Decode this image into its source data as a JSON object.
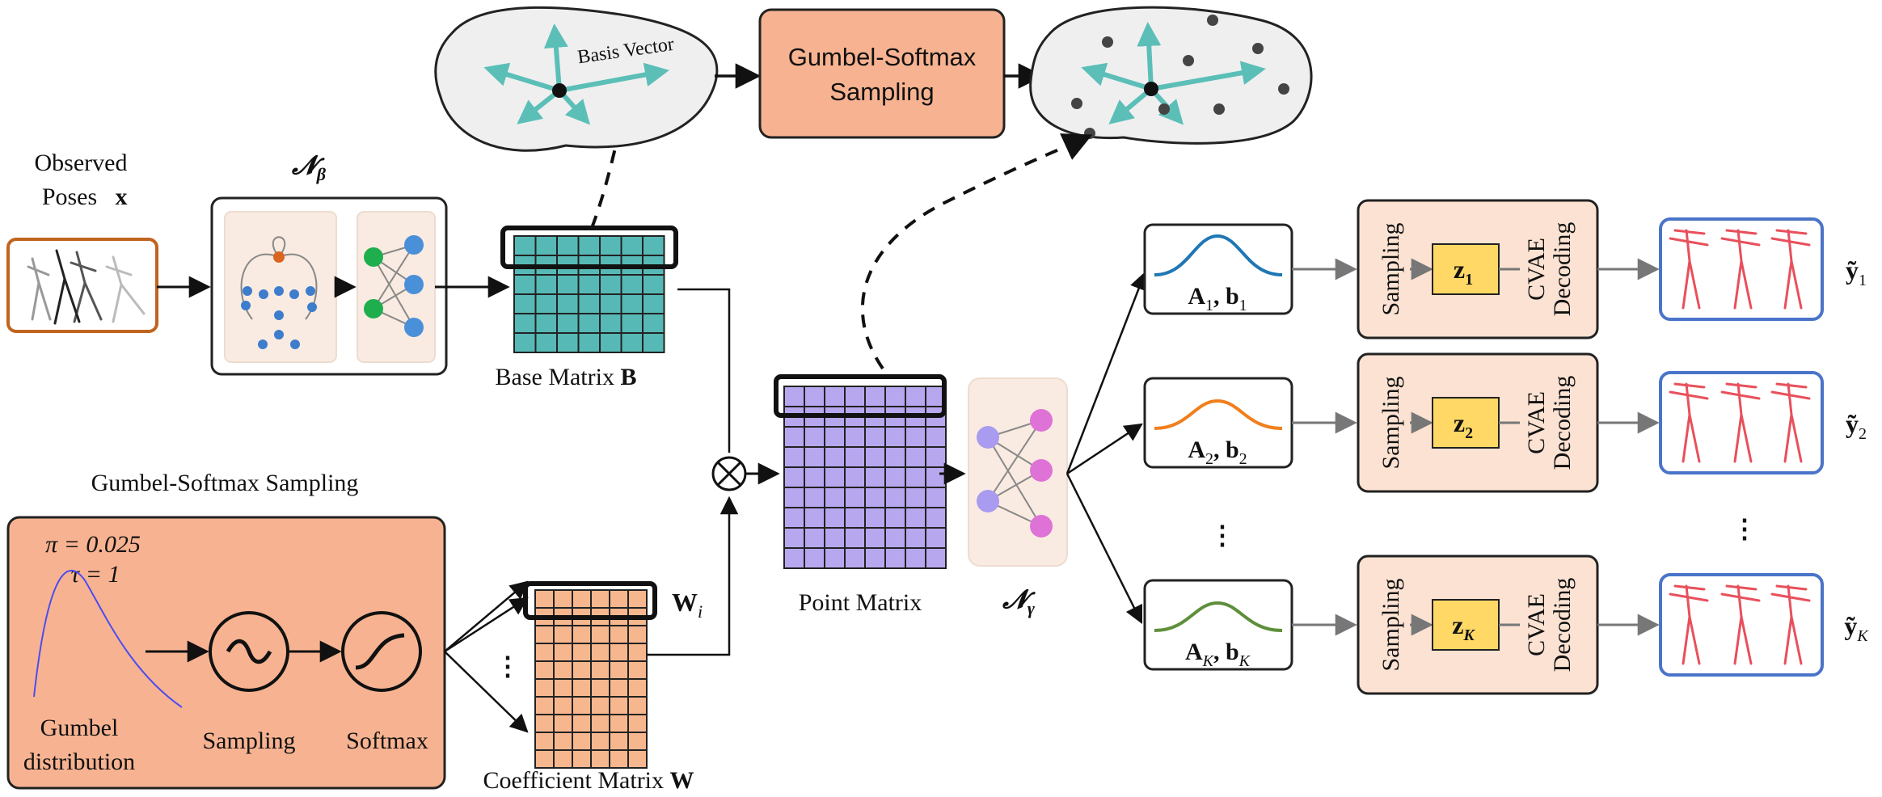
{
  "colors": {
    "salmon": "#f7b391",
    "matrix_teal": "#57b9b6",
    "matrix_purple": "#b7a7ef",
    "matrix_orange": "#f7b78e",
    "decoder_box": "#fbe2d2",
    "z_box": "#ffd866",
    "skeleton_red": "#e8505b",
    "frame_blue": "#4a74c9",
    "input_frame": "#c0641f",
    "arrow_teal": "#5bbfb8",
    "curve_blue": "#1f77b4",
    "curve_orange": "#f07f1d",
    "curve_green": "#5e8f3a"
  },
  "labels": {
    "observed_line1": "Observed",
    "observed_line2": "Poses",
    "observed_var": "x",
    "n_beta": "𝓝",
    "n_beta_sub": "β",
    "basis_vector": "Basis Vector",
    "gs_top_line1": "Gumbel-Softmax",
    "gs_top_line2": "Sampling",
    "base_matrix": "Base Matrix",
    "base_matrix_var": "B",
    "gs_bottom_title": "Gumbel-Softmax Sampling",
    "pi_eq": "π = 0.025",
    "tau_eq": "τ = 1",
    "gumbel_line1": "Gumbel",
    "gumbel_line2": "distribution",
    "sampling": "Sampling",
    "softmax": "Softmax",
    "coef_matrix": "Coefficient Matrix",
    "coef_matrix_var": "W",
    "w_i": "W",
    "w_i_sub": "i",
    "point_matrix": "Point Matrix",
    "n_gamma": "𝓝",
    "n_gamma_sub": "γ",
    "vdots": "⋮"
  },
  "branches": [
    {
      "A": "A",
      "b": "b",
      "sub": "1",
      "z": "z",
      "z_sub": "1",
      "y": "ỹ",
      "y_sub": "1",
      "sampling": "Sampling",
      "cvae": "CVAE",
      "decoding": "Decoding"
    },
    {
      "A": "A",
      "b": "b",
      "sub": "2",
      "z": "z",
      "z_sub": "2",
      "y": "ỹ",
      "y_sub": "2",
      "sampling": "Sampling",
      "cvae": "CVAE",
      "decoding": "Decoding"
    },
    {
      "A": "A",
      "b": "b",
      "sub": "K",
      "z": "z",
      "z_sub": "K",
      "y": "ỹ",
      "y_sub": "K",
      "sampling": "Sampling",
      "cvae": "CVAE",
      "decoding": "Decoding"
    }
  ]
}
